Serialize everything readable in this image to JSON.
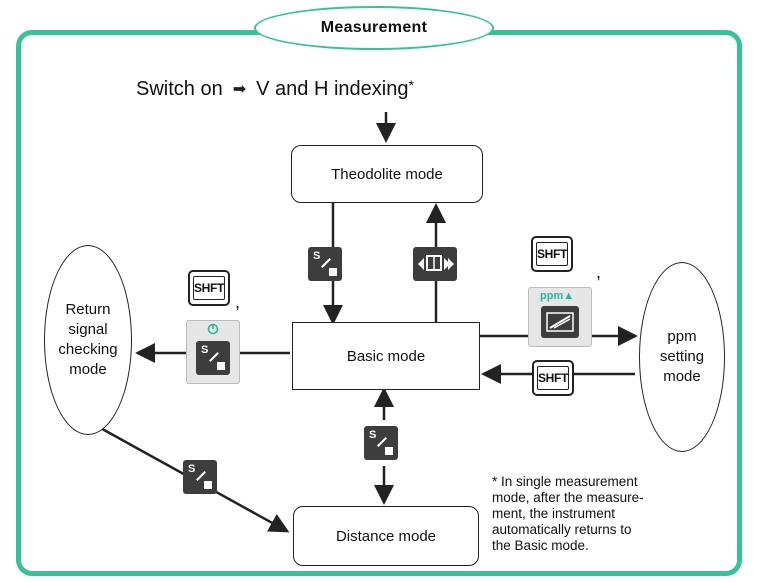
{
  "title": "Measurement",
  "start_line": {
    "text1": "Switch on",
    "text2": "V and H indexing",
    "star": "*"
  },
  "modes": {
    "theodolite": "Theodolite mode",
    "basic": "Basic mode",
    "distance": "Distance mode",
    "return_signal": "Return\nsignal\nchecking\nmode",
    "ppm": "ppm\nsetting\nmode"
  },
  "keys": {
    "shift": "SHFT",
    "s_slash_letter": "S",
    "ppm_label": "ppm▲",
    "comma": ","
  },
  "footnote": "* In single measurement\nmode, after the measure-\nment, the instrument\nautomatically returns to\nthe Basic mode.",
  "colors": {
    "accent": "#39c29a",
    "key_dark": "#3d3d3d",
    "ppm_label": "#2bb7a0"
  }
}
